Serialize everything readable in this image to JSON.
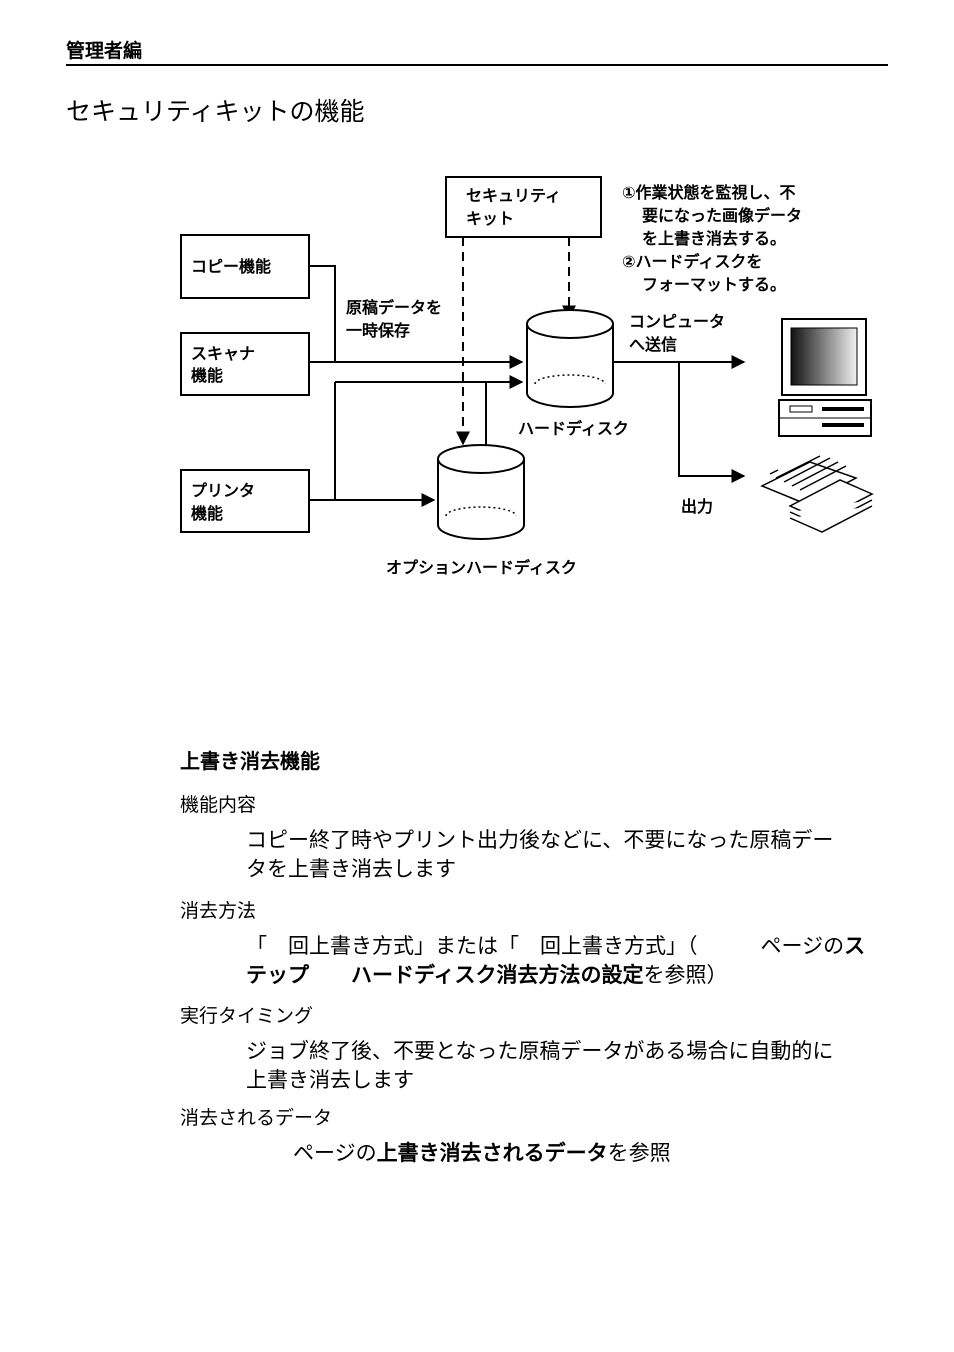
{
  "header": {
    "section": "管理者編"
  },
  "page_title": "セキュリティキットの機能",
  "diagram": {
    "copy_box": "コピー機能",
    "scanner_box": [
      "スキャナ",
      "機能"
    ],
    "printer_box": [
      "プリンタ",
      "機能"
    ],
    "security_kit_box": [
      "セキュリティ",
      "キット"
    ],
    "notes": [
      "①作業状態を監視し、不",
      "要になった画像データ",
      "を上書き消去する。",
      "②ハードディスクを",
      "フォーマットする。"
    ],
    "temp_save_label": [
      "原稿データを",
      "一時保存"
    ],
    "send_to_pc_label": [
      "コンピュータ",
      "へ送信"
    ],
    "hard_disk_label": "ハードディスク",
    "output_label": "出力",
    "option_disk_label": "オプションハードディスク"
  },
  "overwrite": {
    "heading": "上書き消去機能",
    "items": [
      {
        "term": "機能内容",
        "lines": [
          "コピー終了時やプリント出力後などに、不要になった原稿デー",
          "タを上書き消去します"
        ]
      },
      {
        "term": "消去方法",
        "line1": "「　回上書き方式」または「　回上書き方式」（　　　ページの",
        "line1_bold": "ス",
        "line2_bold": "テップ　　ハードディスク消去方法の設定",
        "line2_tail": "を参照）"
      },
      {
        "term": "実行タイミング",
        "lines": [
          "ジョブ終了後、不要となった原稿データがある場合に自動的に",
          "上書き消去します"
        ]
      },
      {
        "term": "消去されるデータ",
        "pre": "ページの",
        "bold": "上書き消去されるデータ",
        "post": "を参照"
      }
    ]
  }
}
